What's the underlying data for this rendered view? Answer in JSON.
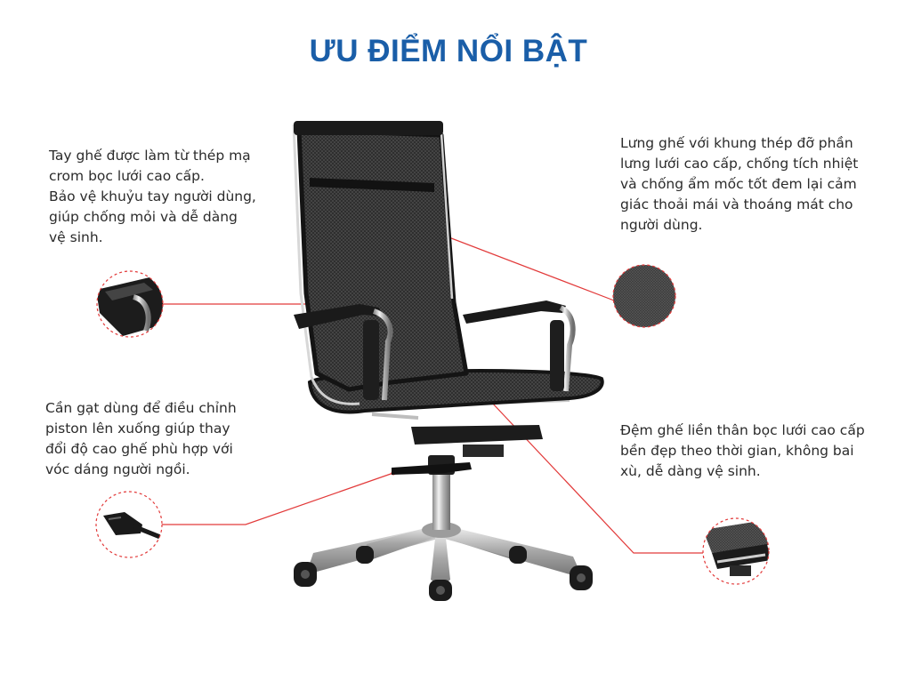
{
  "page": {
    "title": "ƯU ĐIỂM NỔI BẬT",
    "title_color": "#1a5ea8",
    "accent_line_color": "#e23a3a"
  },
  "callouts": {
    "armrest": {
      "lines": [
        "Tay ghế được làm từ thép mạ",
        "crom bọc lưới cao cấp.",
        "Bảo vệ khuỷu tay người dùng,",
        "giúp chống mỏi và dễ dàng",
        "vệ sinh."
      ]
    },
    "backrest": {
      "lines": [
        "Lưng ghế với khung thép đỡ phần",
        "lưng lưới cao cấp, chống tích nhiệt",
        "và chống ẩm mốc tốt đem lại cảm",
        "giác thoải mái và thoáng mát cho",
        "người dùng."
      ]
    },
    "lever": {
      "lines": [
        "Cần gạt dùng để điều chỉnh",
        "piston lên xuống giúp thay",
        "đổi độ cao ghế phù hợp với",
        "vóc dáng người ngồi."
      ]
    },
    "seat": {
      "lines": [
        "Đệm ghế liền thân bọc lưới cao cấp",
        "bền đẹp theo thời gian, không bai",
        "xù, dễ dàng vệ sinh."
      ]
    }
  }
}
